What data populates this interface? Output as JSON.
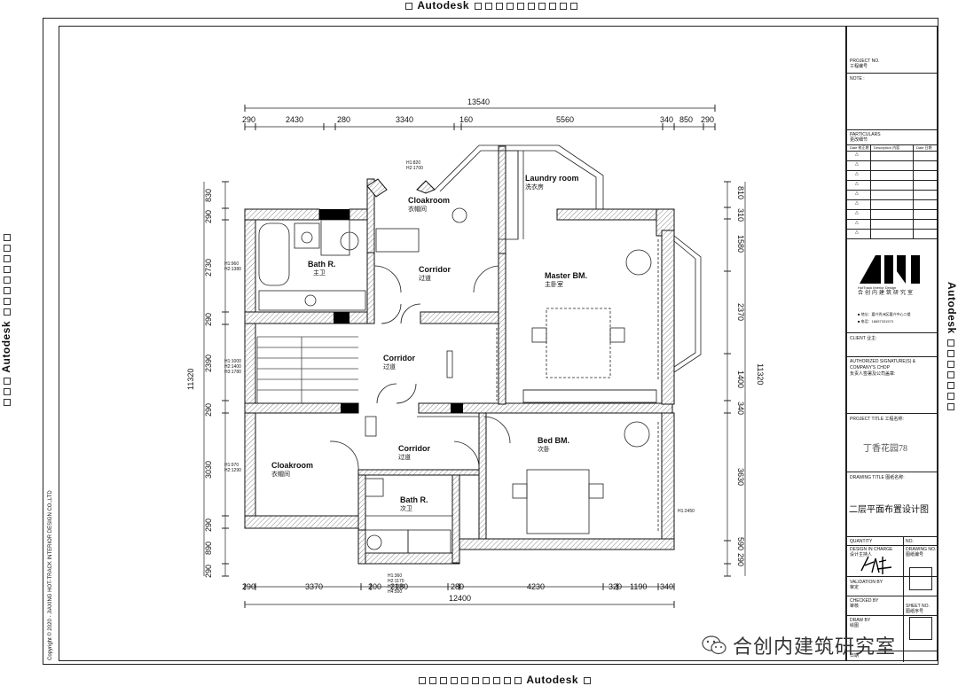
{
  "border_brand": "Autodesk",
  "copyright": "Copyright © 2020 - JIAXING HOT-TRACK INTERIOR DESIGN CO.,LTD",
  "dims": {
    "top_total": "13540",
    "top": [
      "290",
      "2430",
      "280",
      "3340",
      "160",
      "5560",
      "340",
      "850",
      "290"
    ],
    "bottom_total": "12400",
    "bottom": [
      "290",
      "3370",
      "200",
      "2180",
      "280",
      "4230",
      "320",
      "1190",
      "340"
    ],
    "left_total": "11320",
    "left": [
      "830",
      "290",
      "2730",
      "290",
      "2390",
      "290",
      "3030",
      "290",
      "890",
      "290"
    ],
    "right_total": "11320",
    "right": [
      "810",
      "310",
      "1580",
      "2370",
      "1400",
      "340",
      "3630",
      "590",
      "290"
    ]
  },
  "rooms": {
    "laundry": {
      "en": "Laundry room",
      "cn": "洗衣房"
    },
    "cloak_top": {
      "en": "Cloakroom",
      "cn": "衣帽间"
    },
    "bath_main": {
      "en": "Bath R.",
      "cn": "主卫"
    },
    "corridor_1": {
      "en": "Corridor",
      "cn": "过道"
    },
    "master": {
      "en": "Master BM.",
      "cn": "主卧室"
    },
    "corridor_2": {
      "en": "Corridor",
      "cn": "过道"
    },
    "corridor_3": {
      "en": "Corridor",
      "cn": "过道"
    },
    "bed": {
      "en": "Bed BM.",
      "cn": "次卧"
    },
    "cloak_bottom": {
      "en": "Cloakroom",
      "cn": "衣帽间"
    },
    "bath_sub": {
      "en": "Bath R.",
      "cn": "次卫"
    }
  },
  "notes": {
    "n1": [
      "H1:820",
      "H2:1700"
    ],
    "n2": [
      "H1:960",
      "H2:1380"
    ],
    "n3": [
      "H1:1000",
      "H2:1400",
      "H3:1780"
    ],
    "n4": [
      "H1:970",
      "H2:1290"
    ],
    "n5": [
      "H1:360",
      "H2:1170",
      "H3:1320",
      "H4:500"
    ],
    "n6": "H1:2450"
  },
  "title_block": {
    "project_no": "PROJECT NO.",
    "project_no_cn": "工程编号",
    "note": "NOTE :",
    "particulars": "PARTICULARS",
    "particulars_cn": "更改细节",
    "col_date": "Date 修正期",
    "col_desc": "Description 内容",
    "col_date2": "Date 日期",
    "logo_sub": "HotTrack Interior Design",
    "logo_cn": "合创内建筑研究室",
    "addr": "■ 地址：嘉兴秀洲区嘉兴中心二楼",
    "tel": "■ 电话：18657331573",
    "client": "CLIENT 业主:",
    "auth1": "AUTHORIZED SIGNATURE(S) &",
    "auth2": "COMPANY'S CHOP",
    "auth_cn": "负责人签署及公司盖章:",
    "project_title": "PROJECT TITLE 工程名称:",
    "project_name": "丁香花园78",
    "drawing_title": "DRAWING TITLE 图纸名称:",
    "drawing_name": "二层平面布置设计图",
    "quantity": "QUANTITY",
    "no": "NO.",
    "design": "DESIGN IN CHARGE",
    "design_cn": "设计主持人",
    "drawing_no": "DRAWING NO.",
    "drawing_no_cn": "图纸编号",
    "validation": "VALIDATION BY",
    "validation_cn": "审定",
    "checked": "CHECKED BY",
    "checked_cn": "审核",
    "sheet_no": "SHEET NO.",
    "sheet_no_cn": "图纸序号",
    "drawn": "DRAW BY",
    "drawn_cn": "绘图",
    "date_cn": "日期"
  },
  "watermark": "合创内建筑研究室"
}
